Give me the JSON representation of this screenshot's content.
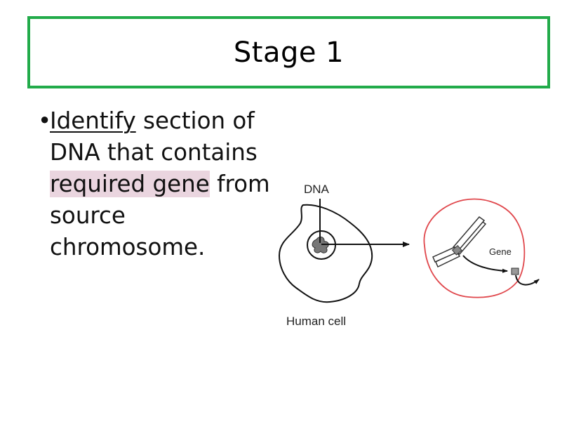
{
  "slide": {
    "title": "Stage 1",
    "bullet": {
      "marker": "•",
      "word_underlined": "Identify",
      "text_1": " section of DNA that contains ",
      "text_highlighted": "required gene",
      "text_2": " from source chromosome."
    }
  },
  "diagram": {
    "dna_label": "DNA",
    "cell_label": "Human cell",
    "gene_label": "Gene"
  },
  "colors": {
    "title_border": "#22ab4a",
    "highlight": "#ead5df",
    "circle_outline": "#e0474c"
  }
}
